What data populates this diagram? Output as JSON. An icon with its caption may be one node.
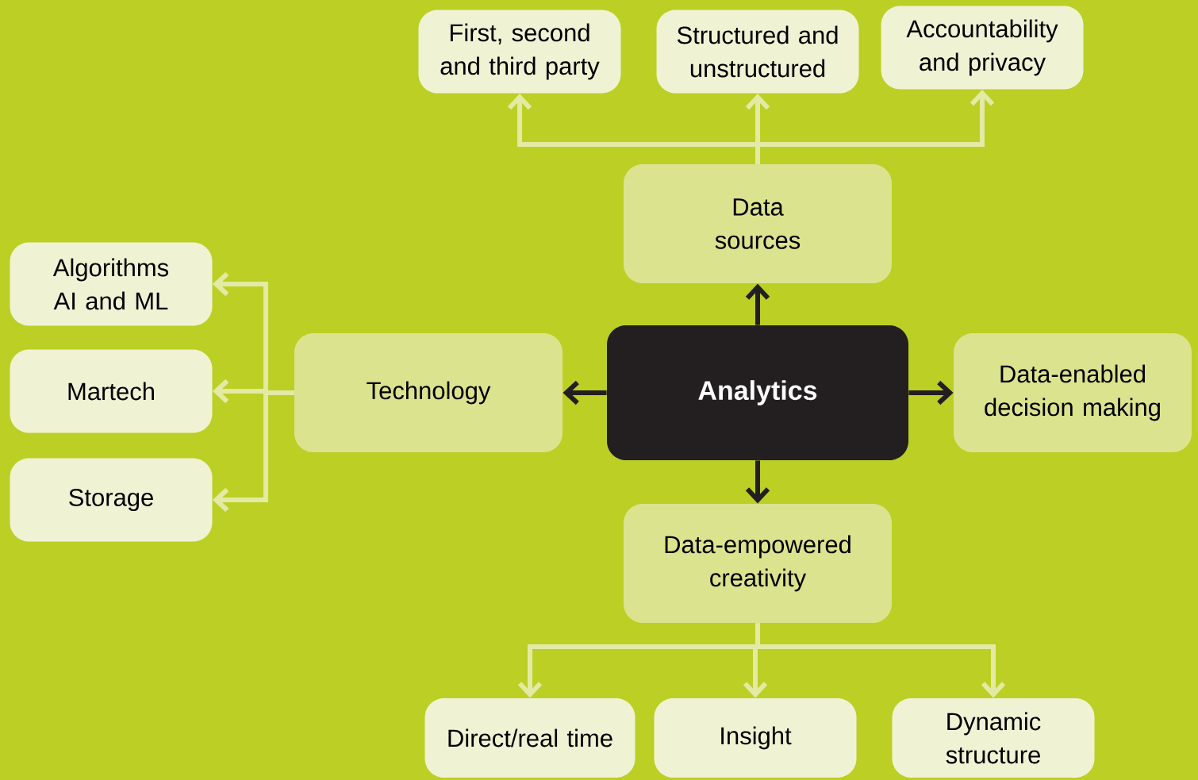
{
  "diagram": {
    "nodes": [
      {
        "text": [
          "First, second and third party"
        ]
      },
      {
        "text": [
          "Structured and unstructured"
        ]
      },
      {
        "text": [
          "Accountability and privacy"
        ]
      },
      {
        "text": [
          "Data sources"
        ]
      },
      {
        "text": [
          "Algorithms AI and ML"
        ]
      },
      {
        "text": [
          "Martech"
        ]
      },
      {
        "text": [
          "Technology"
        ]
      },
      {
        "text": [
          "Analytics"
        ]
      },
      {
        "text": [
          "Data-enabled decision making"
        ]
      },
      {
        "text": [
          "Storage"
        ]
      },
      {
        "text": [
          "Data-empowered creativity"
        ]
      },
      {
        "text": [
          "Direct/real time"
        ]
      },
      {
        "text": [
          "Insight"
        ]
      },
      {
        "text": [
          "Dynamic structure"
        ]
      }
    ],
    "edges": [
      {
        "from": 7,
        "to": 3,
        "arrow": "to",
        "color": "#231f20"
      },
      {
        "from": 7,
        "to": 6,
        "arrow": "to",
        "color": "#231f20"
      },
      {
        "from": 7,
        "to": 8,
        "arrow": "to",
        "color": "#231f20"
      },
      {
        "from": 7,
        "to": 10,
        "arrow": "to",
        "color": "#231f20"
      },
      {
        "from": 3,
        "to": 0,
        "arrow": "to"
      },
      {
        "from": 3,
        "to": 1,
        "arrow": "to"
      },
      {
        "from": 3,
        "to": 2,
        "arrow": "to"
      },
      {
        "from": 6,
        "to": 4,
        "arrow": "to"
      },
      {
        "from": 6,
        "to": 5,
        "arrow": "to"
      },
      {
        "from": 6,
        "to": 9,
        "arrow": "to"
      },
      {
        "from": 10,
        "to": 11,
        "arrow": "to"
      },
      {
        "from": 10,
        "to": 12,
        "arrow": "to"
      },
      {
        "from": 10,
        "to": 13,
        "arrow": "to"
      }
    ]
  }
}
